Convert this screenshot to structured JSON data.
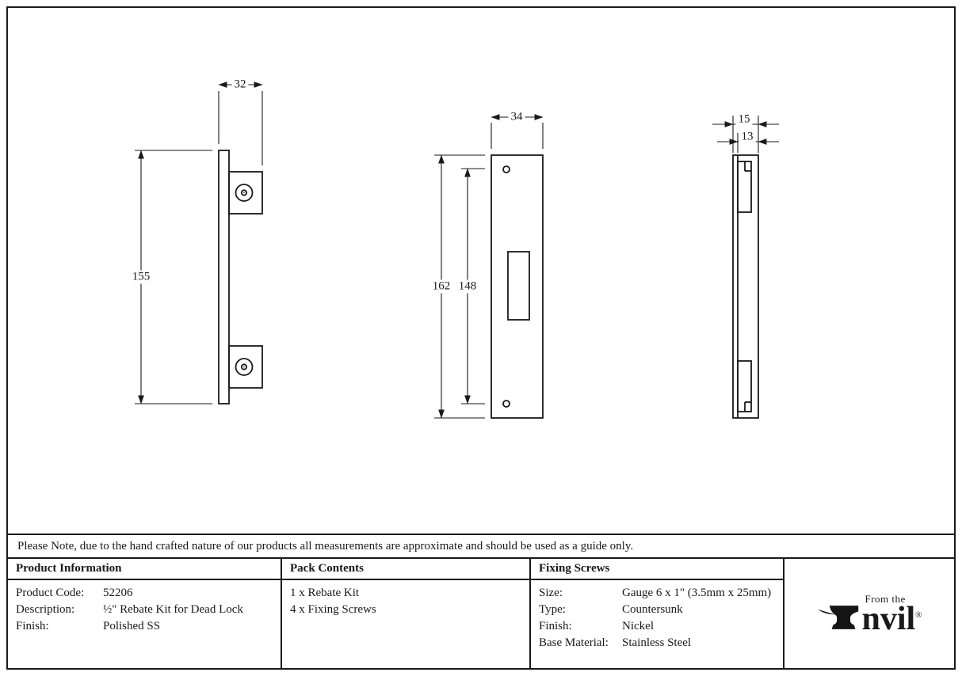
{
  "note": "Please Note, due to the hand crafted nature of our products all measurements are approximate and should be used as a guide only.",
  "drawings": {
    "side_view": {
      "width": "32",
      "height": "155"
    },
    "front_view": {
      "width": "34",
      "height_outer": "162",
      "height_inner": "148"
    },
    "profile_view": {
      "depth_outer": "15",
      "depth_inner": "13"
    }
  },
  "table": {
    "product_information": {
      "header": "Product Information",
      "rows": [
        {
          "label": "Product Code:",
          "value": "52206"
        },
        {
          "label": "Description:",
          "value": "½\" Rebate Kit for Dead Lock"
        },
        {
          "label": "Finish:",
          "value": "Polished SS"
        }
      ]
    },
    "pack_contents": {
      "header": "Pack Contents",
      "items": [
        "1 x Rebate Kit",
        "4 x Fixing Screws"
      ]
    },
    "fixing_screws": {
      "header": "Fixing Screws",
      "rows": [
        {
          "label": "Size:",
          "value": "Gauge 6 x 1\" (3.5mm x 25mm)"
        },
        {
          "label": "Type:",
          "value": "Countersunk"
        },
        {
          "label": "Finish:",
          "value": "Nickel"
        },
        {
          "label": "Base Material:",
          "value": "Stainless Steel"
        }
      ]
    }
  },
  "logo": {
    "tagline": "From the",
    "brand_rest": "nvil",
    "registered": "®"
  },
  "colors": {
    "ink": "#1a1a1a",
    "background": "#ffffff"
  }
}
